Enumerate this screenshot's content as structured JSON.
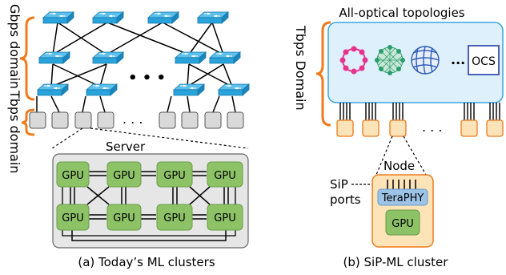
{
  "left": {
    "gbps_label": "Gbps domain",
    "tbps_label": "Tbps domain",
    "ellipsis": "• • •",
    "nodes_ellipsis": ". . .",
    "server_label": "Server",
    "gpu_label": "GPU",
    "caption": "(a) Today’s ML clusters"
  },
  "right": {
    "title": "All-optical topologies",
    "tbps_label": "Tbps Domain",
    "ellipsis": "...",
    "ocs_label": "OCS",
    "nodes_ellipsis": ". . .",
    "node_label": "Node",
    "sip_label_line1": "SiP",
    "sip_label_line2": "ports",
    "teraphy_label": "TeraPHY",
    "gpu_label": "GPU",
    "caption": "(b) SiP-ML cluster"
  },
  "colors": {
    "switch": "#29A3DC",
    "switch_dark": "#1577A8",
    "bracket": "#F07A1C",
    "node_fill": "#D9D9D9",
    "gpu_fill": "#8DC267",
    "optical_panel": "#DDF0FB",
    "optical_border": "#3BA6DD",
    "ring": "#E6338E",
    "mesh": "#2A9C6B",
    "torus": "#2A5AB6",
    "ocs_border": "#3A4FAF",
    "sip_node_fill": "#FCE3B8",
    "teraphy_fill": "#9DC3E6"
  }
}
